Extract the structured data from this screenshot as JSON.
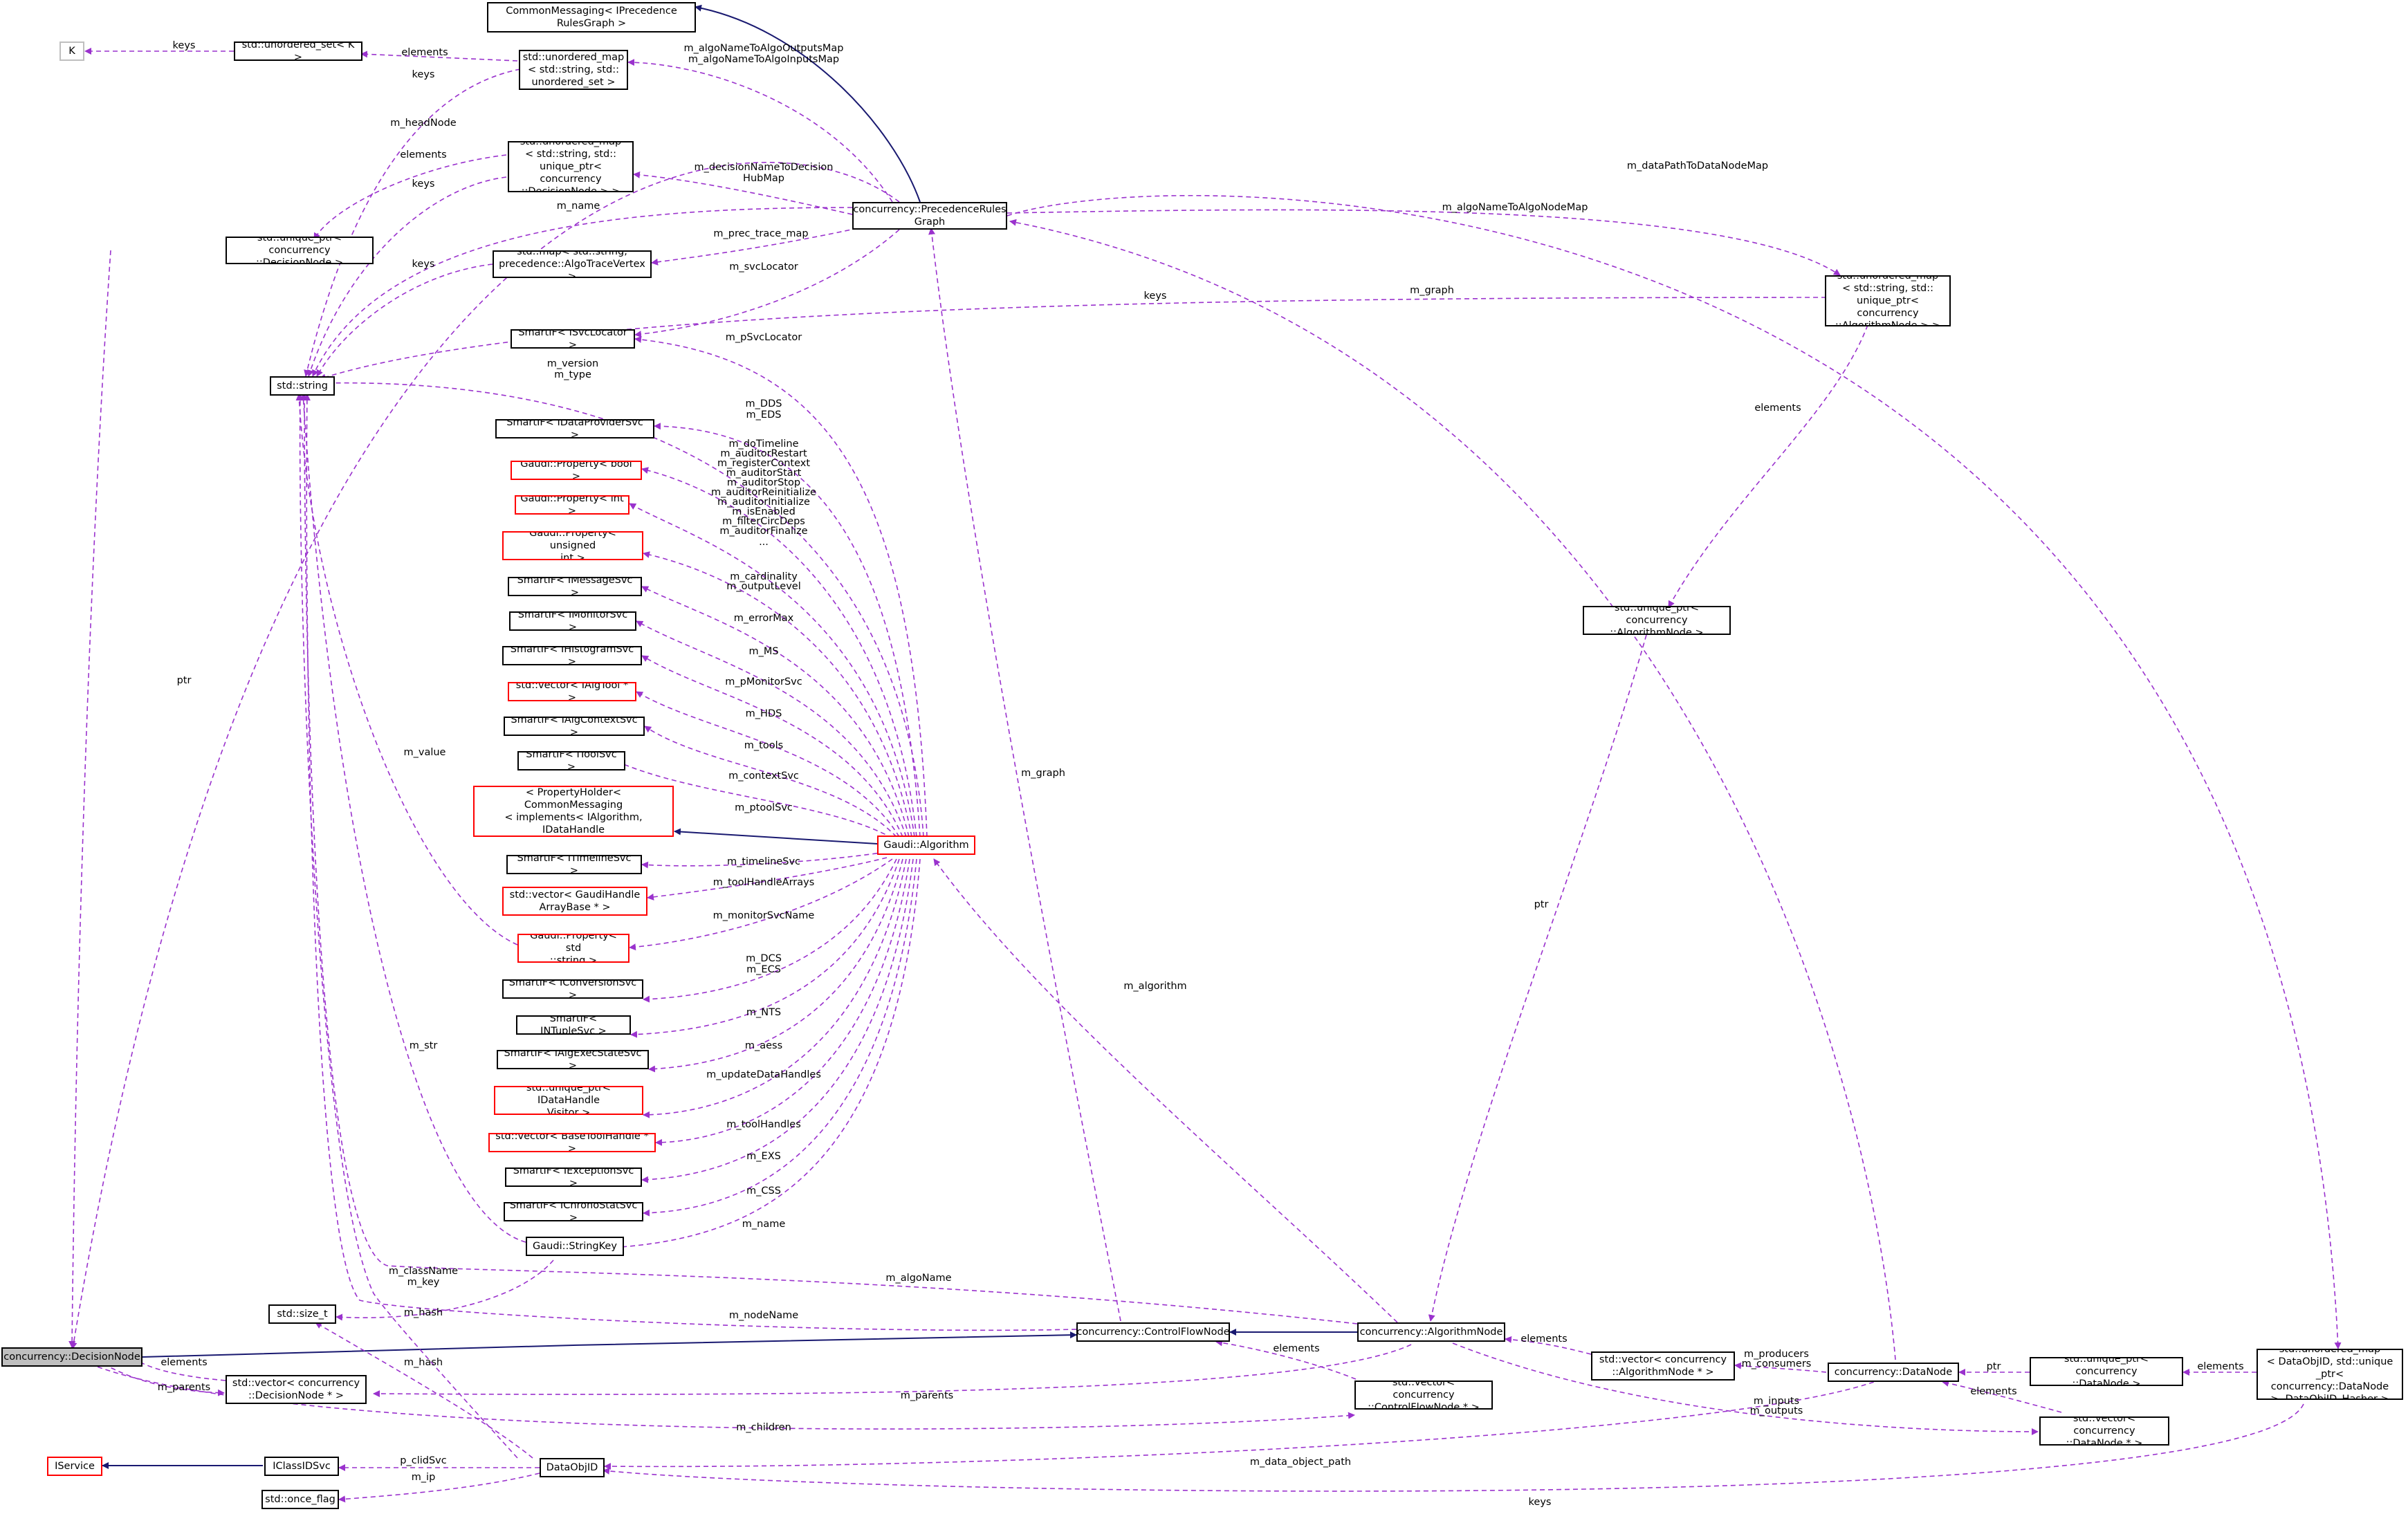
{
  "colors": {
    "usage_edge": "#9a32cd",
    "inheritance_edge": "#191970",
    "node_border": "#000000",
    "incomplete_border": "#ff0000",
    "focus_fill": "#bfbfbf"
  },
  "nodes": {
    "commonmsg": "CommonMessaging< IPrecedence\nRulesGraph >",
    "k": "K",
    "uset": "std::unordered_set< K >",
    "umap_uset": "std::unordered_map\n< std::string, std::\nunordered_set >",
    "umap_dec": "std::unordered_map\n< std::string, std::\nunique_ptr< concurrency\n::DecisionNode > >",
    "uptr_dec": "std::unique_ptr< concurrency\n::DecisionNode >",
    "prg": "concurrency::PrecedenceRules\nGraph",
    "map_trace": "std::map< std::string,\nprecedence::AlgoTraceVertex >",
    "string": "std::string",
    "umap_alg": "std::unordered_map\n< std::string, std::\nunique_ptr< concurrency\n::AlgorithmNode > >",
    "svclocator": "SmartIF< ISvcLocator >",
    "dataprov": "SmartIF< IDataProviderSvc >",
    "prop_bool": "Gaudi::Property< bool >",
    "prop_int": "Gaudi::Property< int >",
    "prop_uint": "Gaudi::Property< unsigned\nint >",
    "msgsvc": "SmartIF< IMessageSvc >",
    "monsvc": "SmartIF< IMonitorSvc >",
    "histsvc": "SmartIF< IHistogramSvc >",
    "vec_algtool": "std::vector< IAlgTool * >",
    "algctx": "SmartIF< IAlgContextSvc >",
    "toolsvc": "SmartIF< IToolSvc >",
    "dhhb": "DataHandleHolderBase\n< PropertyHolder< CommonMessaging\n< implements< IAlgorithm, IDataHandle\nHolder, IProperty, IStateful > > > >",
    "algorithm": "Gaudi::Algorithm",
    "timeline": "SmartIF< ITimelineSvc >",
    "vec_gha": "std::vector< GaudiHandle\nArrayBase * >",
    "prop_str": "Gaudi::Property< std\n::string >",
    "uptr_alg": "std::unique_ptr< concurrency\n::AlgorithmNode >",
    "conv": "SmartIF< IConversionSvc >",
    "ntuple": "SmartIF< INTupleSvc >",
    "aess": "SmartIF< IAlgExecStateSvc >",
    "uptr_dhv": "std::unique_ptr< IDataHandle\nVisitor >",
    "vec_bth": "std::vector< BaseToolHandle * >",
    "excsvc": "SmartIF< IExceptionSvc >",
    "chrono": "SmartIF< IChronoStatSvc >",
    "stringkey": "Gaudi::StringKey",
    "size_t": "std::size_t",
    "cfn": "concurrency::ControlFlowNode",
    "algnode": "concurrency::AlgorithmNode",
    "vec_algnode": "std::vector< concurrency\n::AlgorithmNode * >",
    "datanode": "concurrency::DataNode",
    "uptr_dn": "std::unique_ptr< concurrency\n::DataNode >",
    "umap_dn": "std::unordered_map\n< DataObjID, std::unique\n_ptr< concurrency::DataNode\n >, DataObjID_Hasher >",
    "decnode": "concurrency::DecisionNode",
    "vec_decnode": "std::vector< concurrency\n::DecisionNode * >",
    "vec_cfn": "std::vector< concurrency\n::ControlFlowNode * >",
    "vec_dn": "std::vector< concurrency\n::DataNode * >",
    "iservice": "IService",
    "iclassid": "IClassIDSvc",
    "dataobjid": "DataObjID",
    "onceflag": "std::once_flag"
  },
  "edge_labels": {
    "keys_k": "keys",
    "elements_uset": "elements",
    "keys_umap_uset": "keys",
    "algoname_algoio": "m_algoNameToAlgoOutputsMap\nm_algoNameToAlgoInputsMap",
    "headnode": "m_headNode",
    "elements_umap_dec": "elements",
    "keys_umap_dec": "keys",
    "decisionname": "m_decisionNameToDecision\nHubMap",
    "m_name_prg": "m_name",
    "prec_trace": "m_prec_trace_map",
    "keys_map_trace": "keys",
    "svclocator_prg": "m_svcLocator",
    "datapath": "m_dataPathToDataNodeMap",
    "algoname_node": "m_algoNameToAlgoNodeMap",
    "m_graph_umap": "m_graph",
    "keys_umap_alg": "keys",
    "elements_umap_alg": "elements",
    "psvclocator": "m_pSvcLocator",
    "version_type": "m_version\nm_type",
    "dds_eds": "m_DDS\nm_EDS",
    "bool_props": "m_doTimeline\nm_auditorRestart\nm_registerContext\nm_auditorStart\nm_auditorStop\nm_auditorReinitialize\nm_auditorInitialize\nm_isEnabled\nm_filterCircDeps\nm_auditorFinalize\n...",
    "cardinality": "m_cardinality\nm_outputLevel",
    "errormax": "m_errorMax",
    "ms": "m_MS",
    "pmonitor": "m_pMonitorSvc",
    "hds": "m_HDS",
    "tools": "m_tools",
    "contextsvc": "m_contextSvc",
    "ptoolsvc": "m_ptoolSvc",
    "timelinesvc": "m_timelineSvc",
    "toolhandlearrays": "m_toolHandleArrays",
    "monitorsvcname": "m_monitorSvcName",
    "dcs_ecs": "m_DCS\nm_ECS",
    "nts": "m_NTS",
    "aess": "m_aess",
    "updatedatahandles": "m_updateDataHandles",
    "toolhandles": "m_toolHandles",
    "exs": "m_EXS",
    "css": "m_CSS",
    "m_name_alg": "m_name",
    "m_value": "m_value",
    "ptr_uptr_dec": "ptr",
    "m_graph_cfn": "m_graph",
    "ptr_uptr_alg": "ptr",
    "m_algorithm": "m_algorithm",
    "m_str": "m_str",
    "algoname_an": "m_algoName",
    "classname_key": "m_className\nm_key",
    "m_hash_sk": "m_hash",
    "nodename": "m_nodeName",
    "elements_vec_algnode": "elements",
    "producers": "m_producers\nm_consumers",
    "ptr_uptr_dn": "ptr",
    "elements_umap_dn": "elements",
    "elements_vec_cfn": "elements",
    "elements_vec_decnode": "elements",
    "parents_dec": "m_parents",
    "m_hash_doid": "m_hash",
    "parents_an": "m_parents",
    "children": "m_children",
    "inputs_outputs": "m_inputs\nm_outputs",
    "elements_vec_dn": "elements",
    "clidsvc": "p_clidSvc",
    "data_object_path": "m_data_object_path",
    "m_ip": "m_ip",
    "keys_dn": "keys"
  }
}
